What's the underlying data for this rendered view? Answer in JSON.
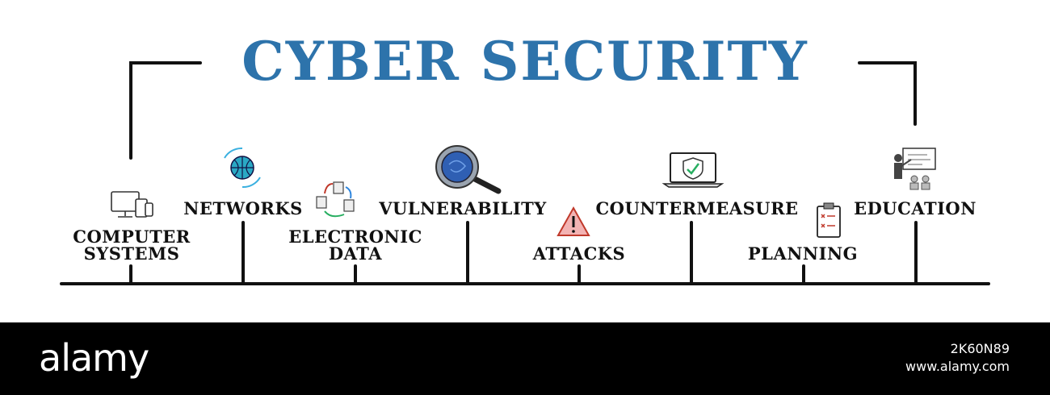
{
  "title": "CYBER SECURITY",
  "title_color": "#2d73ab",
  "ink_color": "#111111",
  "upper_labels": [
    {
      "lines": [
        "NETWORKS"
      ],
      "icon": "globe-icon"
    },
    {
      "lines": [
        "VULNERABILITY"
      ],
      "icon": "magnifier-icon"
    },
    {
      "lines": [
        "COUNTERMEASURE"
      ],
      "icon": "laptop-shield-icon"
    },
    {
      "lines": [
        "EDUCATION"
      ],
      "icon": "presentation-icon"
    }
  ],
  "lower_labels": [
    {
      "lines": [
        "COMPUTER",
        "SYSTEMS"
      ],
      "icon": "devices-icon"
    },
    {
      "lines": [
        "ELECTRONIC",
        "DATA"
      ],
      "icon": "data-cycle-icon"
    },
    {
      "lines": [
        "ATTACKS"
      ],
      "icon": "warning-icon"
    },
    {
      "lines": [
        "PLANNING"
      ],
      "icon": "clipboard-icon"
    }
  ],
  "footer": {
    "brand": "alamy",
    "image_id": "2K60N89",
    "site": "www.alamy.com"
  }
}
